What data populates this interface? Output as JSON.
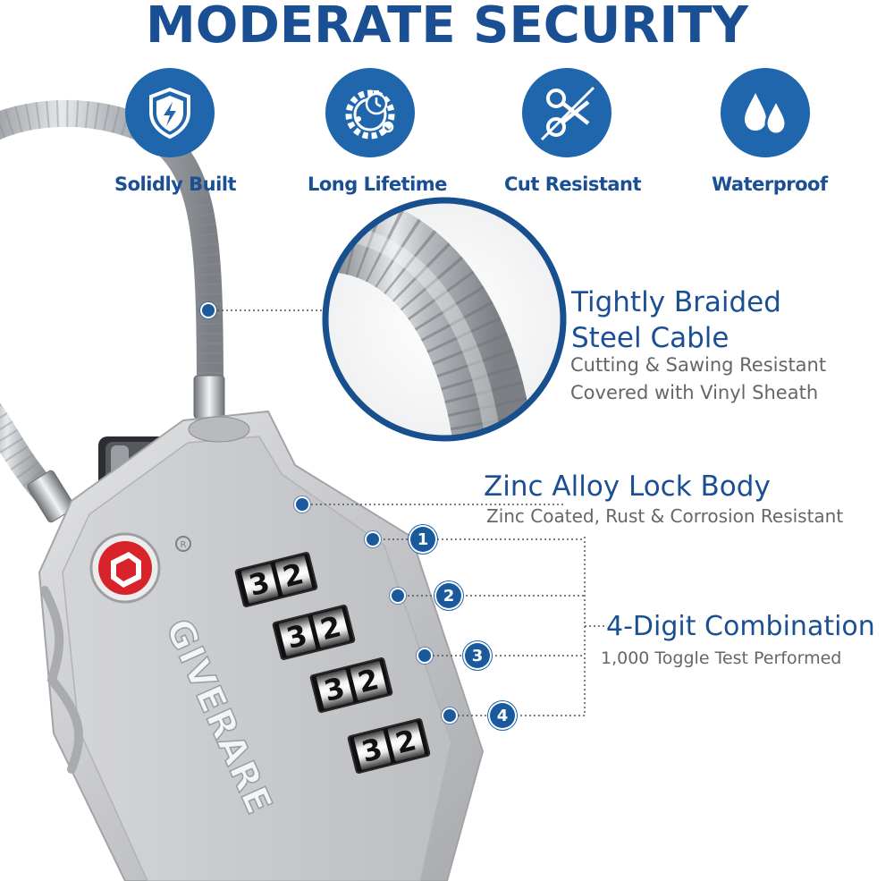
{
  "headline": "MODERATE  SECURITY",
  "colors": {
    "brand_blue": "#1a4f93",
    "icon_blue": "#1f66ad",
    "text_gray": "#666666",
    "lock_silver": "#c9cacc",
    "tsa_red": "#d8232a"
  },
  "features": [
    {
      "icon": "shield-lightning-icon",
      "label": "Solidly Built"
    },
    {
      "icon": "gears-stopwatch-icon",
      "label": "Long Lifetime"
    },
    {
      "icon": "scissors-icon",
      "label": "Cut Resistant"
    },
    {
      "icon": "water-drops-icon",
      "label": "Waterproof"
    }
  ],
  "callouts": {
    "cable": {
      "title_line1": "Tightly Braided",
      "title_line2": "Steel Cable",
      "sub_line1": "Cutting & Sawing Resistant",
      "sub_line2": "Covered with Vinyl Sheath"
    },
    "body": {
      "title": "Zinc Alloy Lock Body",
      "sub": "Zinc Coated, Rust & Corrosion Resistant"
    },
    "combination": {
      "title": "4-Digit Combination",
      "sub": "1,000 Toggle Test Performed"
    }
  },
  "digit_markers": [
    "1",
    "2",
    "3",
    "4"
  ],
  "lock": {
    "brand": "GIVERARE",
    "registered_mark": "R",
    "dials": [
      [
        "3",
        "2"
      ],
      [
        "3",
        "2"
      ],
      [
        "3",
        "2"
      ],
      [
        "3",
        "2"
      ]
    ]
  }
}
